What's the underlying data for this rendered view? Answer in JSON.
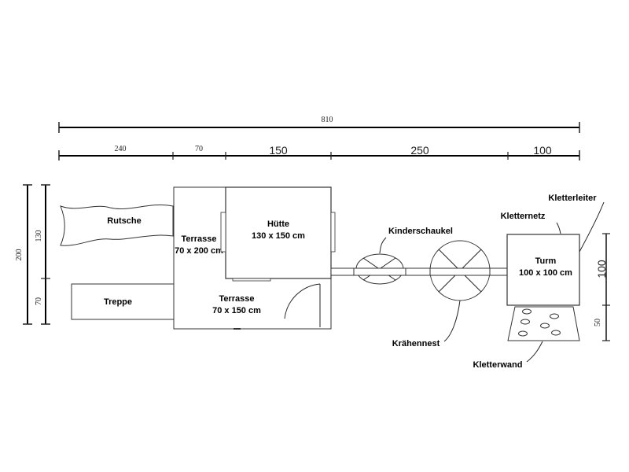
{
  "dimensions": {
    "total": "810",
    "seg_240": "240",
    "seg_70_top": "70",
    "seg_150": "150",
    "seg_250": "250",
    "seg_100_top": "100",
    "left_200": "200",
    "left_130": "130",
    "left_70": "70",
    "right_100": "100",
    "right_50": "50"
  },
  "elements": {
    "rutsche": "Rutsche",
    "treppe": "Treppe",
    "terrasse_left_title": "Terrasse",
    "terrasse_left_size": "70 x 200 cm",
    "huette_title": "Hütte",
    "huette_size": "130 x 150 cm",
    "terrasse_bottom_title": "Terrasse",
    "terrasse_bottom_size": "70 x 150 cm",
    "turm_title": "Turm",
    "turm_size": "100 x 100 cm"
  },
  "callouts": {
    "kinderschaukel": "Kinderschaukel",
    "kraehennest": "Krähennest",
    "kletterleiter": "Kletterleiter",
    "kletternetz": "Kletternetz",
    "kletterwand": "Kletterwand"
  }
}
